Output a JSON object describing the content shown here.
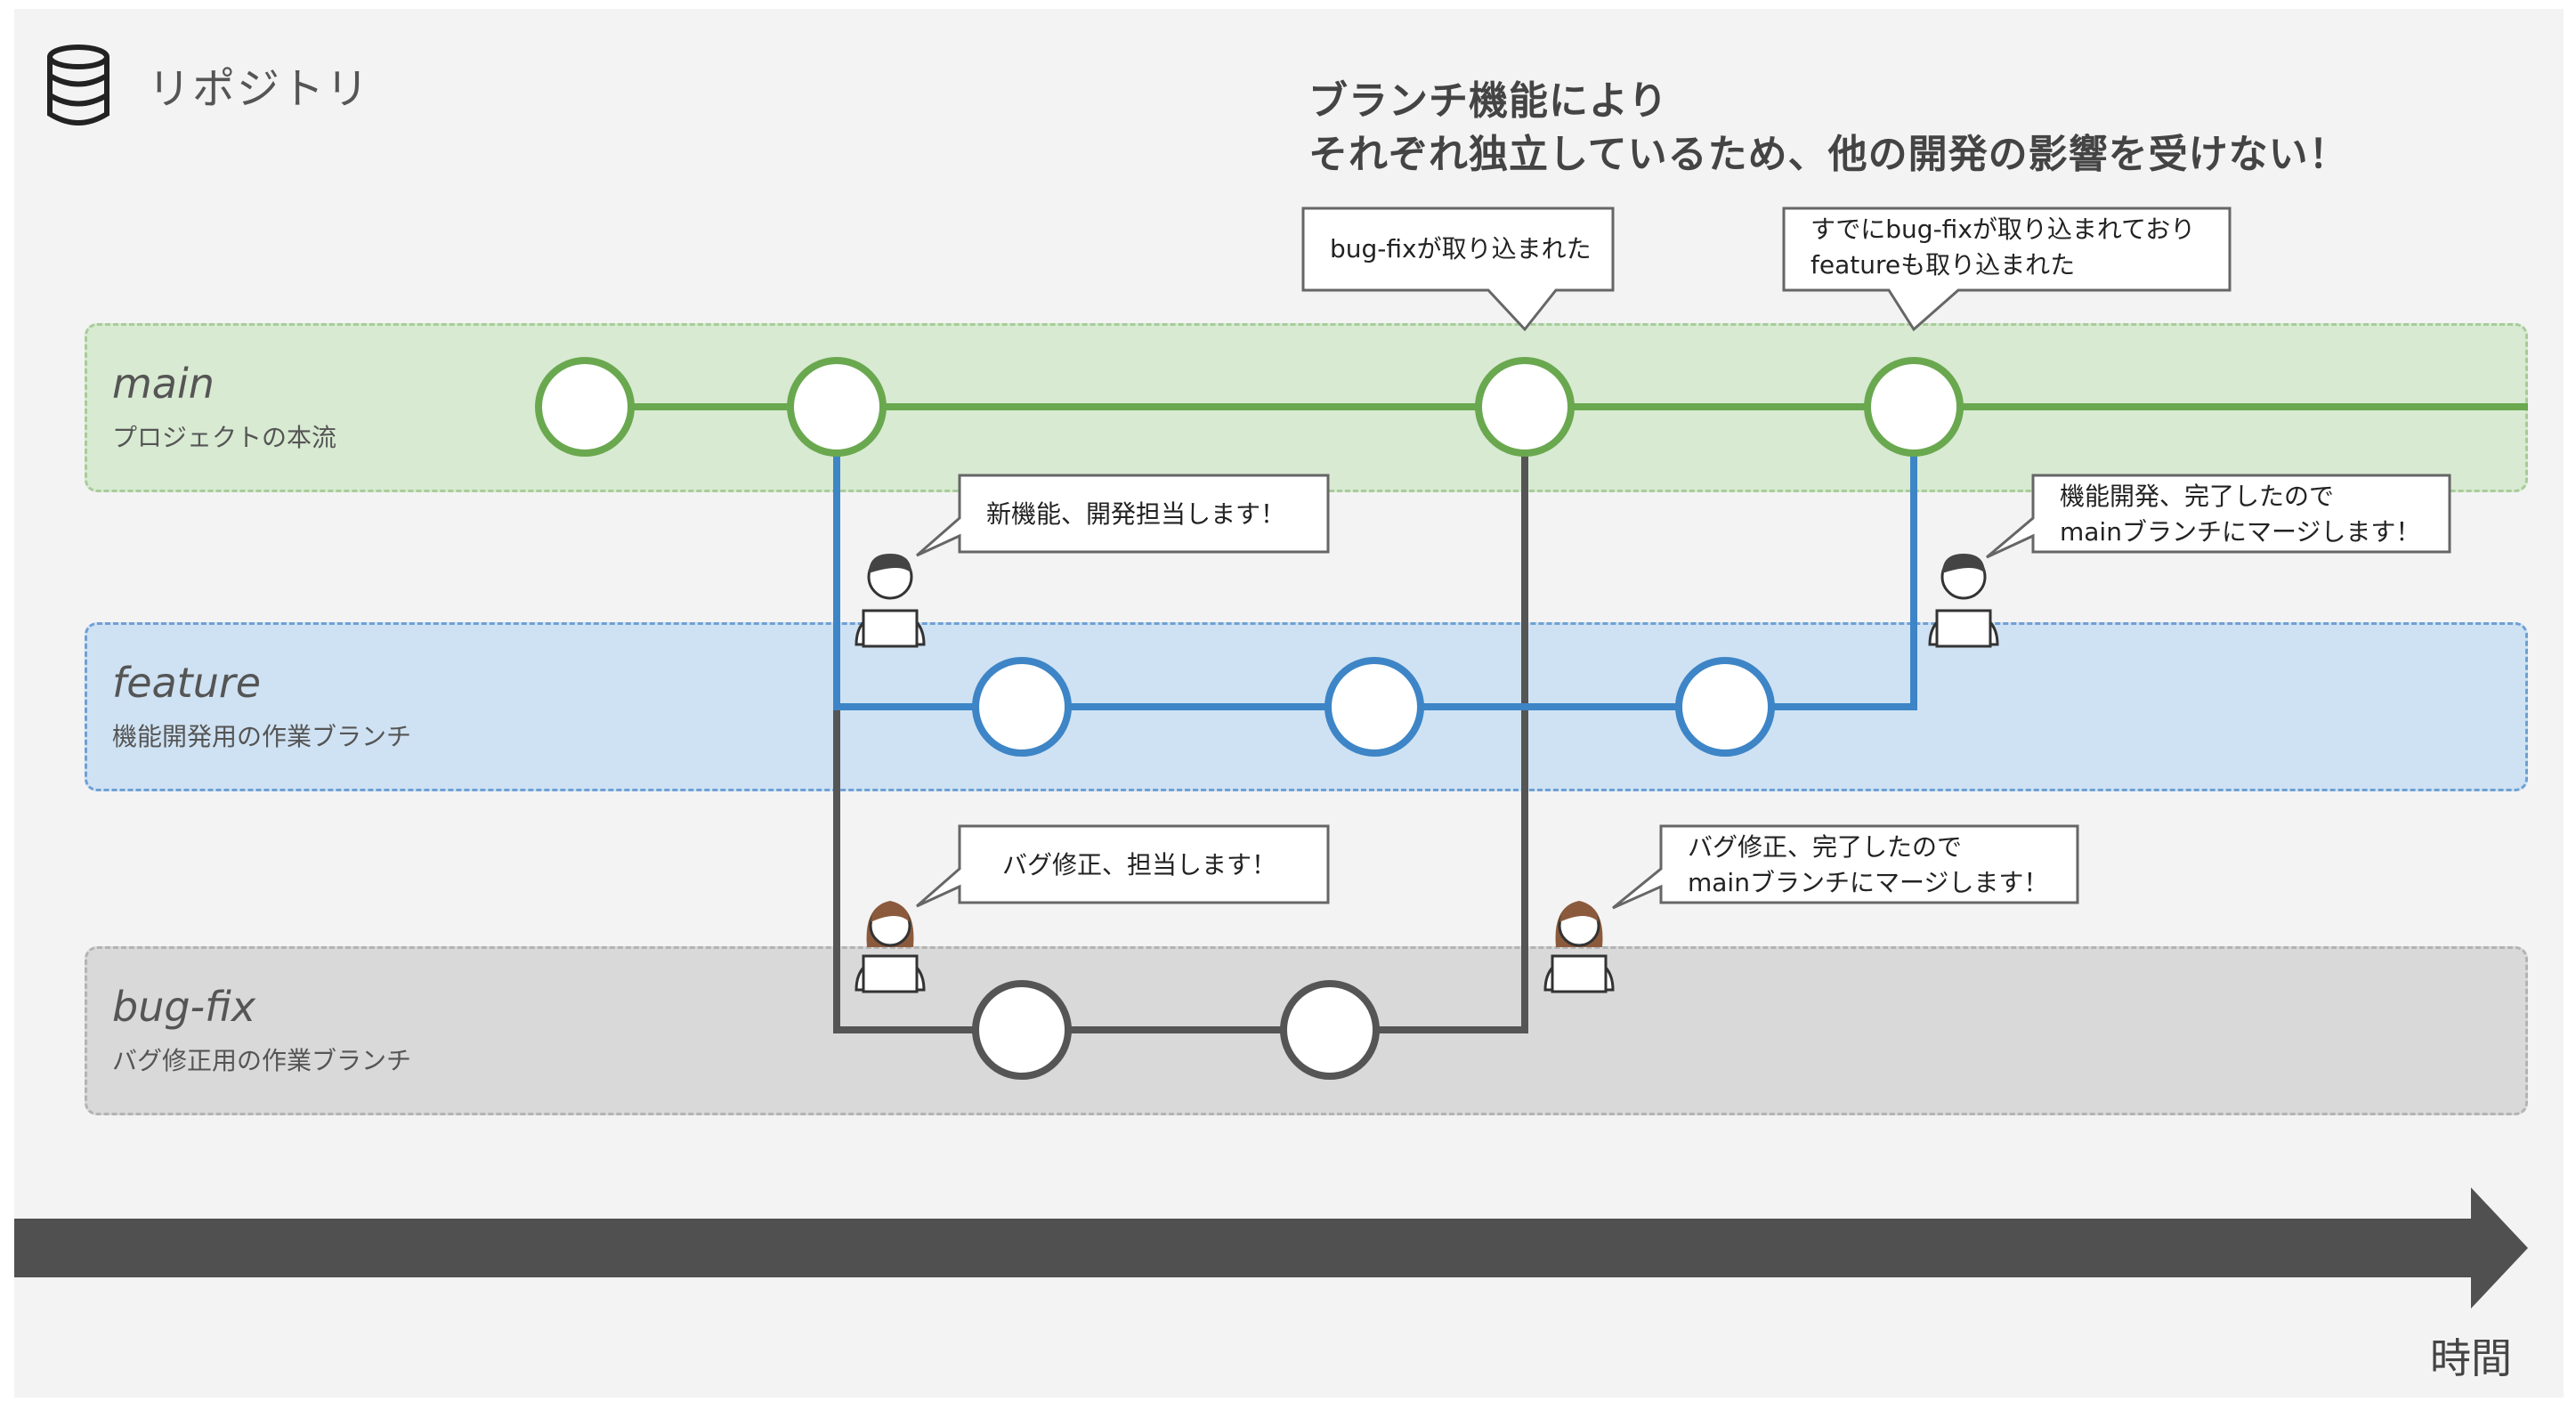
{
  "repository": {
    "icon": "database-icon",
    "label": "リポジトリ"
  },
  "headline": "ブランチ機能により\nそれぞれ独立しているため、他の開発の影響を受けない！",
  "lanes": {
    "main": {
      "name": "main",
      "description": "プロジェクトの本流",
      "color": "#6aa84f"
    },
    "feature": {
      "name": "feature",
      "description": "機能開発用の作業ブランチ",
      "color": "#3d85c6"
    },
    "bugfix": {
      "name": "bug-fix",
      "description": "バグ修正用の作業ブランチ",
      "color": "#555555"
    }
  },
  "callouts": {
    "bugfix_merged": "bug-fixが取り込まれた",
    "feature_merged": "すでにbug-fixが取り込まれており\nfeatureも取り込まれた",
    "feature_start": "新機能、開発担当します！",
    "feature_done": "機能開発、完了したので\nmainブランチにマージします！",
    "bugfix_start": "バグ修正、担当します！",
    "bugfix_done": "バグ修正、完了したので\nmainブランチにマージします！"
  },
  "people": [
    {
      "icon": "developer-male-icon"
    },
    {
      "icon": "developer-male-icon"
    },
    {
      "icon": "developer-female-icon"
    },
    {
      "icon": "developer-female-icon"
    }
  ],
  "timeline": {
    "label": "時間",
    "color": "#505050"
  }
}
